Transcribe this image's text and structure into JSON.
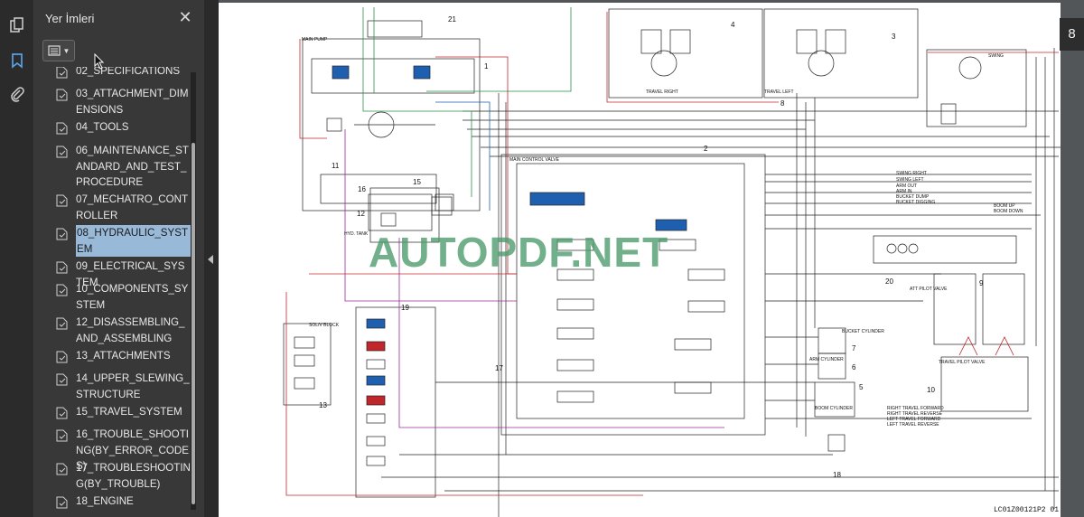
{
  "panel": {
    "title": "Yer İmleri",
    "close_glyph": "✕"
  },
  "bookmarks": [
    {
      "label": "02_SPECIFICATIONS",
      "selected": false
    },
    {
      "label": "03_ATTACHMENT_DIMENSIONS",
      "selected": false
    },
    {
      "label": "04_TOOLS",
      "selected": false
    },
    {
      "label": "06_MAINTENANCE_STANDARD_AND_TEST_PROCEDURE",
      "selected": false
    },
    {
      "label": "07_MECHATRO_CONTROLLER",
      "selected": false
    },
    {
      "label": "08_HYDRAULIC_SYSTEM",
      "selected": true
    },
    {
      "label": "09_ELECTRICAL_SYSTEM",
      "selected": false
    },
    {
      "label": "10_COMPONENTS_SYSTEM",
      "selected": false
    },
    {
      "label": "12_DISASSEMBLING_AND_ASSEMBLING",
      "selected": false
    },
    {
      "label": "13_ATTACHMENTS",
      "selected": false
    },
    {
      "label": "14_UPPER_SLEWING_STRUCTURE",
      "selected": false
    },
    {
      "label": "15_TRAVEL_SYSTEM",
      "selected": false
    },
    {
      "label": "16_TROUBLE_SHOOTING(BY_ERROR_CODES)",
      "selected": false
    },
    {
      "label": "17_TROUBLESHOOTING(BY_TROUBLE)",
      "selected": false
    },
    {
      "label": "18_ENGINE",
      "selected": false
    }
  ],
  "document": {
    "page_number": "8",
    "watermark": "AUTOPDF.NET",
    "footer_code": "LC01Z00121P2 01",
    "schematic_labels": [
      {
        "text": "21"
      },
      {
        "text": "1"
      },
      {
        "text": "2"
      },
      {
        "text": "3"
      },
      {
        "text": "4"
      },
      {
        "text": "8"
      },
      {
        "text": "9"
      },
      {
        "text": "10"
      },
      {
        "text": "11"
      },
      {
        "text": "12"
      },
      {
        "text": "13"
      },
      {
        "text": "15"
      },
      {
        "text": "16"
      },
      {
        "text": "17"
      },
      {
        "text": "18"
      },
      {
        "text": "19"
      },
      {
        "text": "20"
      },
      {
        "text": "5"
      },
      {
        "text": "6"
      },
      {
        "text": "7"
      },
      {
        "text": "MAIN CONTROL VALVE"
      },
      {
        "text": "TRAVEL RIGHT"
      },
      {
        "text": "TRAVEL LEFT"
      },
      {
        "text": "SWING"
      },
      {
        "text": "HYD. TANK"
      },
      {
        "text": "SOL/V BLOCK"
      },
      {
        "text": "BUCKET CYLINDER"
      },
      {
        "text": "ARM CYLINDER"
      },
      {
        "text": "BOOM CYLINDER"
      },
      {
        "text": "ATT PILOT VALVE"
      },
      {
        "text": "TRAVEL PILOT VALVE"
      },
      {
        "text": "RIGHT TRAVEL FORWARD"
      },
      {
        "text": "RIGHT TRAVEL REVERSE"
      },
      {
        "text": "LEFT TRAVEL FORWARD"
      },
      {
        "text": "LEFT TRAVEL REVERSE"
      },
      {
        "text": "SWING RIGHT"
      },
      {
        "text": "SWING LEFT"
      },
      {
        "text": "ARM OUT"
      },
      {
        "text": "ARM IN"
      },
      {
        "text": "BUCKET DUMP"
      },
      {
        "text": "BUCKET DIGGING"
      },
      {
        "text": "BOOM UP"
      },
      {
        "text": "BOOM DOWN"
      },
      {
        "text": "MAIN PUMP"
      }
    ]
  },
  "colors": {
    "panel_bg": "#383838",
    "selected_bg": "#99b9d8",
    "watermark": "#4a9b6a"
  }
}
